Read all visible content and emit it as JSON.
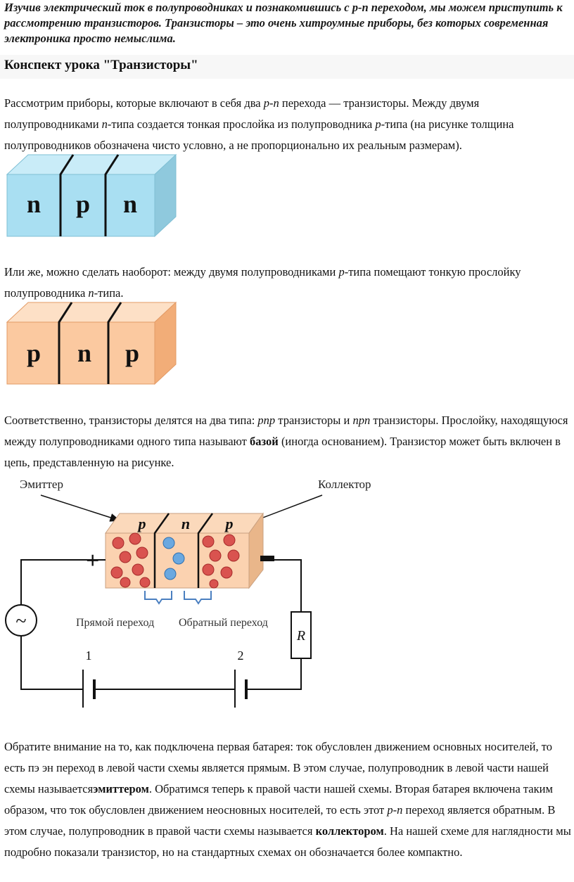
{
  "intro": "Изучив электрический ток в полупроводниках и познакомившись с р-n переходом, мы можем приступить к рассмотрению транзисторов. Транзисторы – это очень хитроумные приборы, без которых современная электроника просто немыслима.",
  "title": "Конспект урока \"Транзисторы\"",
  "p1": {
    "a": "Рассмотрим приборы, которые включают в себя два ",
    "b": "p-n",
    "c": " перехода — транзисторы. Между двумя полупроводниками ",
    "d": "n",
    "e": "-типа создается тонкая прослойка из полупроводника ",
    "f": "p",
    "g": "-типа (на рисунке толщина полупроводников обозначена чисто условно, а не пропорционально их реальным размерам)."
  },
  "fig_npn": {
    "labels": [
      "n",
      "p",
      "n"
    ],
    "colors": {
      "front": "#a9dff2",
      "top": "#c9ecf8",
      "side": "#8fc9dd"
    }
  },
  "p2": {
    "a": "Или же, можно сделать наоборот: между двумя полупроводниками ",
    "b": "p",
    "c": "-типа помещают тонкую прослойку полупроводника ",
    "d": "n",
    "e": "-типа."
  },
  "fig_pnp": {
    "labels": [
      "p",
      "n",
      "p"
    ],
    "colors": {
      "front": "#fbc9a0",
      "top": "#fde0c6",
      "side": "#f2ad78"
    }
  },
  "p3": {
    "a": "Соответственно, транзисторы делятся на два типа: ",
    "b": "pnp",
    "c": " транзисторы и ",
    "d": "npn",
    "e": " транзисторы. Прослойку, находящуюся между полупроводниками одного типа называют ",
    "f": "базой",
    "g": " (иногда основанием). Транзистор может быть включен в цепь, представленную на рисунке."
  },
  "circuit": {
    "emitter": "Эмиттер",
    "collector": "Коллектор",
    "labels": [
      "p",
      "n",
      "p"
    ],
    "forward": "Прямой переход",
    "reverse": "Обратный переход",
    "source_symbol": "~",
    "resistor": "R",
    "battery1": "1",
    "battery2": "2",
    "plus": "+",
    "minus": "–"
  },
  "p4": {
    "a": "Обратите внимание на то, как подключена первая батарея: ток обусловлен движением основных носителей, то есть пэ эн переход в левой части схемы является прямым. В этом случае, полупроводник в левой части нашей схемы называется",
    "b": "эмиттером",
    "c": ". Обратимся теперь к правой части нашей схемы. Вторая батарея включена таким образом, что ток обусловлен движением неосновных носителей, то есть этот ",
    "d": "p-n",
    "e": " переход является обратным. В этом случае, полупроводник в правой части схемы называется ",
    "f": "коллектором",
    "g": ". На нашей схеме для наглядности мы подробно показали транзистор, но на стандартных схемах он обозначается более компактно."
  }
}
